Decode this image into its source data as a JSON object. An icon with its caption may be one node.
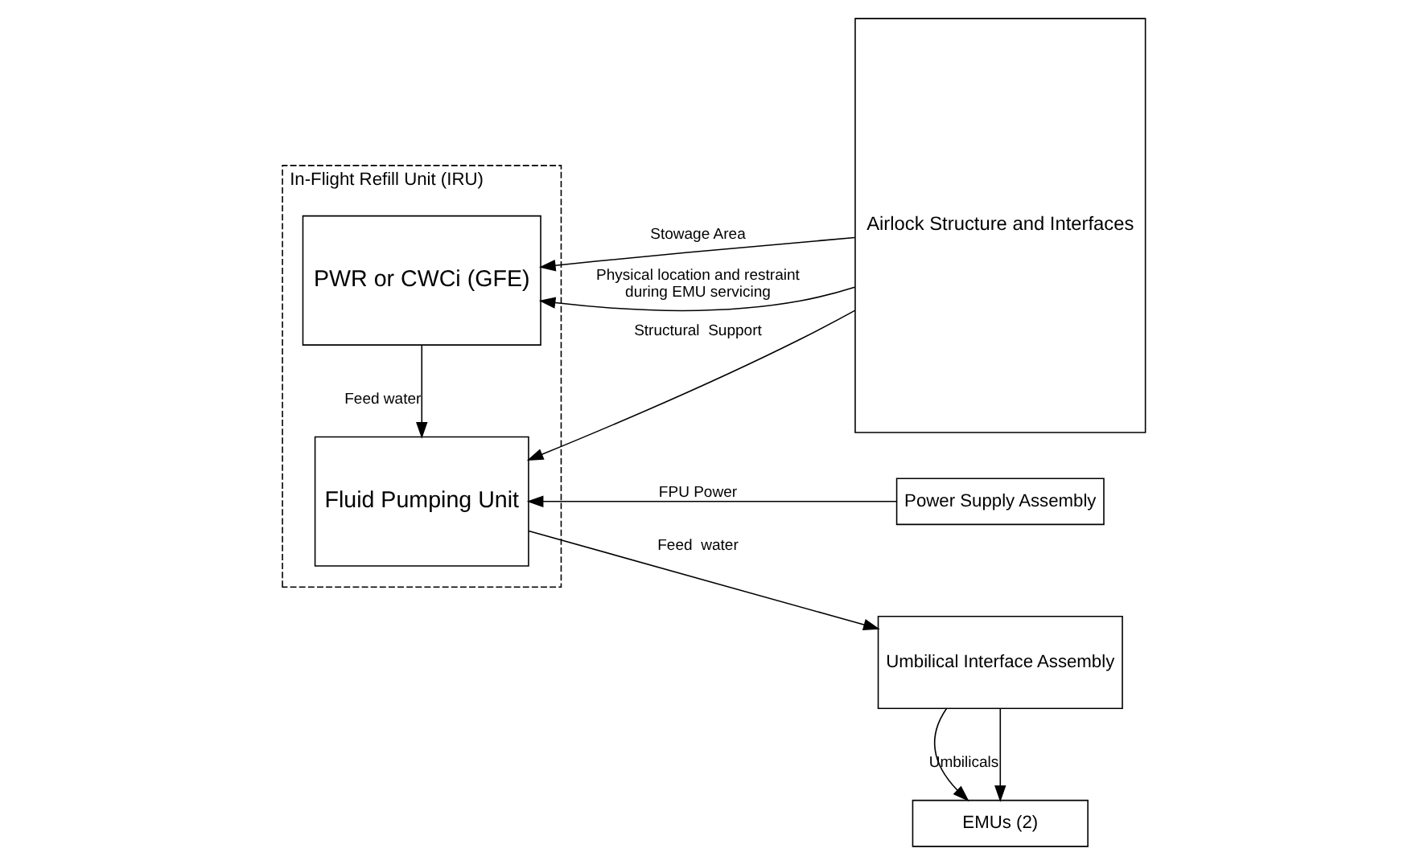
{
  "diagram": {
    "nodes": [
      {
        "text": [
          "In-Flight Refill Unit (IRU)"
        ]
      },
      {
        "text": [
          "Fluid Pumping Unit"
        ],
        "in": 0
      },
      {
        "text": [
          "PWR or CWCi (GFE)"
        ],
        "in": 0
      },
      {
        "text": [
          "Airlock Structure and Interfaces"
        ]
      },
      {
        "text": [
          "Power Supply Assembly"
        ]
      },
      {
        "text": [
          "Umbilical Interface Assembly"
        ]
      },
      {
        "text": [
          "EMUs (2)"
        ]
      }
    ],
    "edges": [
      {
        "from": 4,
        "to": 1,
        "arrow": "to",
        "label": "FPU Power"
      },
      {
        "from": 3,
        "to": 1,
        "arrow": "to",
        "label": "Structural  Support"
      },
      {
        "from": 1,
        "to": 5,
        "arrow": "to",
        "label": "Feed  water"
      },
      {
        "from": 2,
        "to": 1,
        "arrow": "to",
        "label": "Feed water"
      },
      {
        "from": 3,
        "to": 2,
        "arrow": "to",
        "label": "Physical location and restraint during EMU servicing"
      },
      {
        "from": 3,
        "to": 2,
        "arrow": "to",
        "label": "Stowage Area"
      },
      {
        "from": 5,
        "to": 6,
        "arrow": "to",
        "label": "Umbilicals"
      },
      {
        "from": 5,
        "to": 6,
        "arrow": "to"
      }
    ]
  }
}
